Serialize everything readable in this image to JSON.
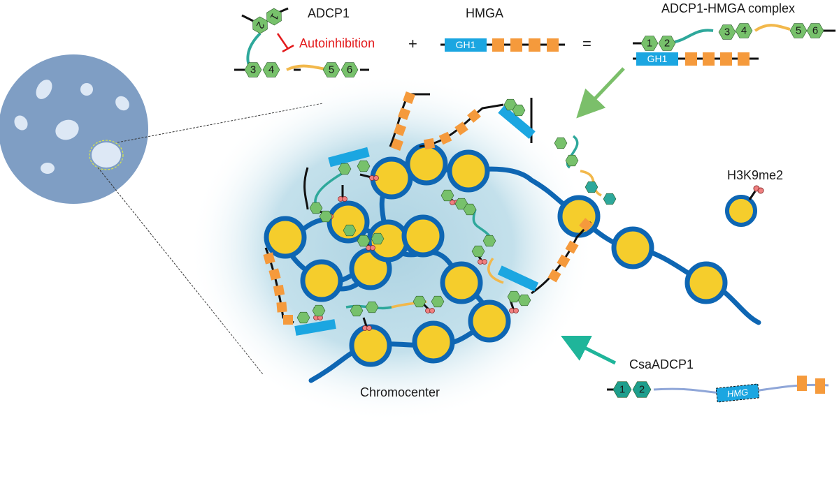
{
  "labels": {
    "adcp1": "ADCP1",
    "autoinhibition": "Autoinhibition",
    "plus": "+",
    "hmga": "HMGA",
    "equals": "=",
    "complex": "ADCP1-HMGA complex",
    "h3k9me2": "H3K9me2",
    "chromocenter": "Chromocenter",
    "csaadcp1": "CsaADCP1",
    "gh1": "GH1",
    "hmg": "HMG"
  },
  "domains": [
    "1",
    "2",
    "3",
    "4",
    "5",
    "6"
  ],
  "colors": {
    "nucleus": "#7f9ec4",
    "nucleus_spot": "#dde8f5",
    "chromatin_glow": "#a8d0e0",
    "dna": "#0e66b3",
    "histone": "#f5cd2c",
    "hexagon": "#77c16b",
    "hexagon_dark": "#1e9e8c",
    "linker_teal": "#2ea89b",
    "linker_yellow": "#f2b84b",
    "gh1_blue": "#1ba6e1",
    "orange": "#f59a3c",
    "methyl": "#f08080",
    "arrow_green": "#7bbf6a",
    "arrow_teal": "#1fb59a",
    "csa_line": "#8fa6d8",
    "inhibit_red": "#e3191b"
  }
}
